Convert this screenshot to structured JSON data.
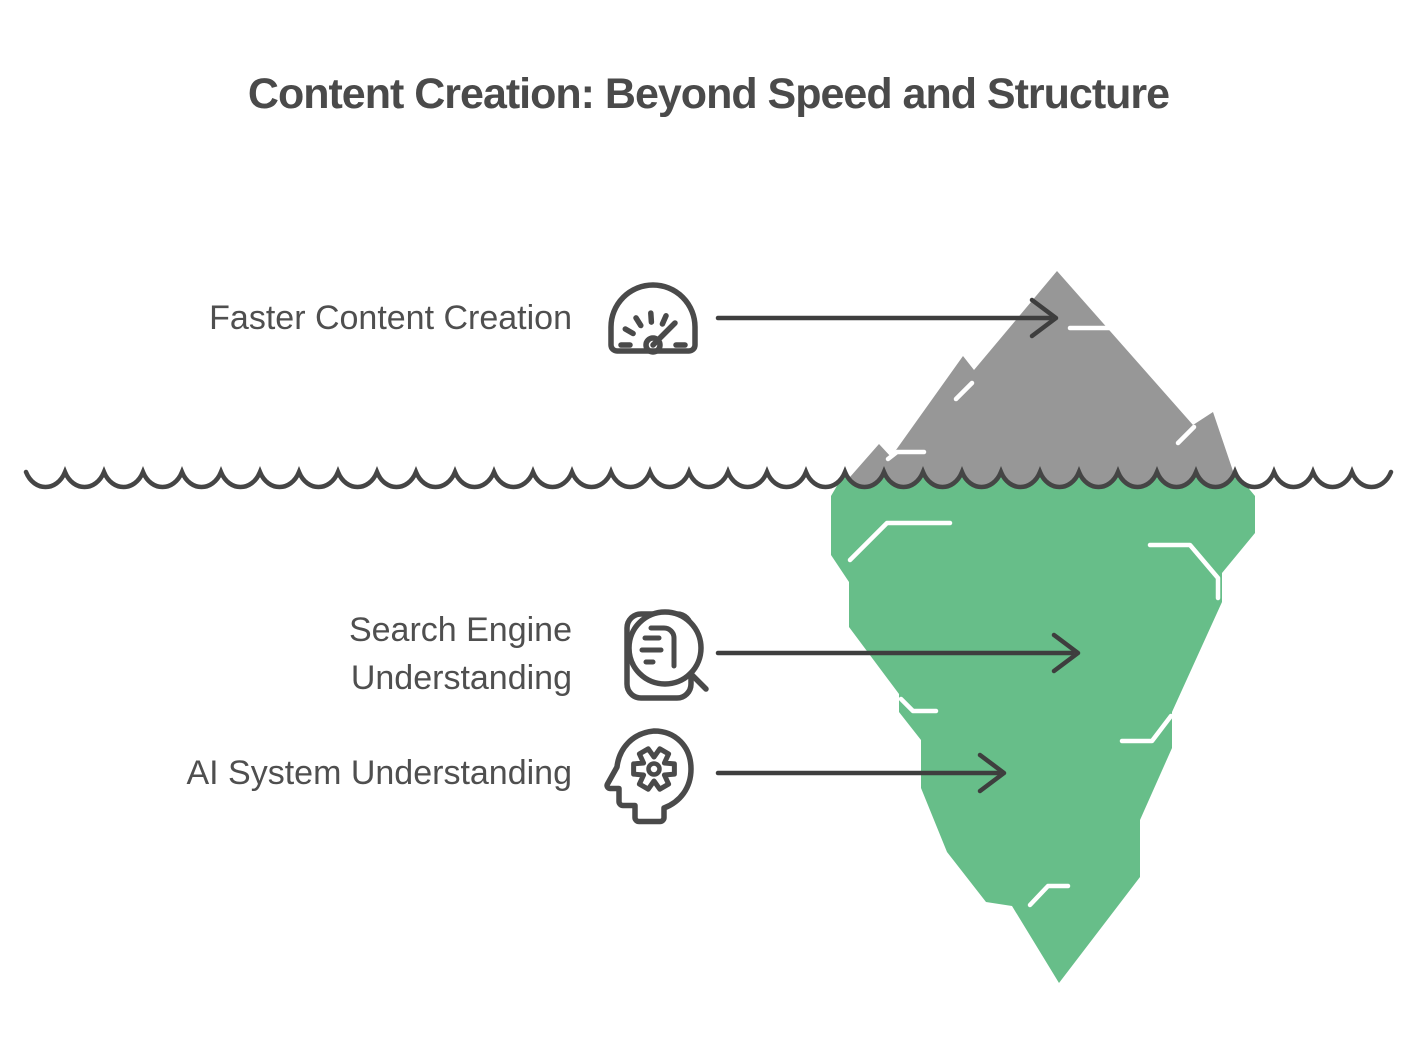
{
  "title": "Content Creation: Beyond Speed and Structure",
  "diagram_type": "iceberg",
  "water_line_style": "scalloped-wave",
  "colors": {
    "above_water_fill": "#979797",
    "below_water_fill": "#67BE89",
    "water_line": "#454545",
    "arrow": "#3e3e3e",
    "icon_stroke": "#4a4a4a",
    "text": "#4f4f4f",
    "crevice": "#ffffff",
    "background": "#ffffff"
  },
  "items": [
    {
      "id": "faster-content-creation",
      "label": "Faster Content Creation",
      "zone": "above-water",
      "icon": "speedometer-icon"
    },
    {
      "id": "search-engine-understanding",
      "label": "Search Engine Understanding",
      "label_line1": "Search Engine",
      "label_line2": "Understanding",
      "zone": "below-water",
      "icon": "document-search-icon"
    },
    {
      "id": "ai-system-understanding",
      "label": "AI System Understanding",
      "zone": "below-water",
      "icon": "head-gear-icon"
    }
  ]
}
